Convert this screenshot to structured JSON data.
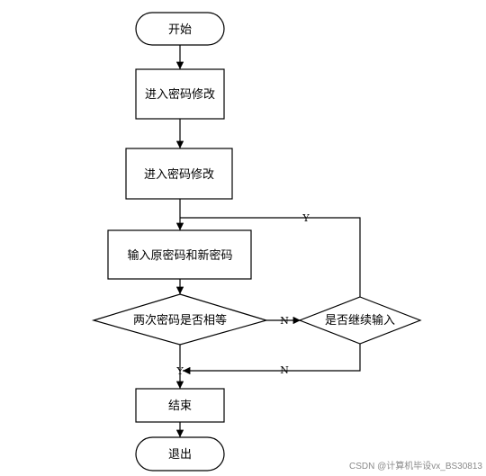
{
  "nodes": {
    "start": "开始",
    "step1": "进入密码修改",
    "step2": "进入密码修改",
    "input": "输入原密码和新密码",
    "compare": "两次密码是否相等",
    "continue": "是否继续输入",
    "finish": "结束",
    "exit": "退出"
  },
  "edges": {
    "compare_no": "N",
    "continue_yes": "Y",
    "continue_no": "N",
    "compare_yes": "Y"
  },
  "watermark": "CSDN @计算机毕设vx_BS30813"
}
